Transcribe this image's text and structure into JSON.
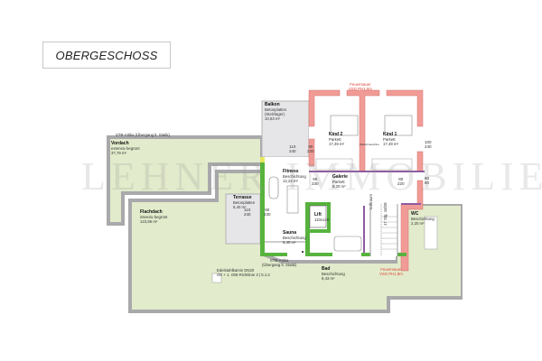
{
  "title": "OBERGESCHOSS",
  "watermark": "LEHNER IMMOBILIEN",
  "colors": {
    "roof_green": "#e2ebcb",
    "wall_grey": "#a9a9ab",
    "fire_wall_red": "#f19b97",
    "green_wall": "#57b33e",
    "purple_wall": "#8e5ba0",
    "red_text": "#e0443c"
  },
  "rooms": [
    {
      "id": "vordach",
      "name": "Vordach",
      "desc": "extensiv begrünt",
      "area": "37,79 m²"
    },
    {
      "id": "flachdach",
      "name": "Flachdach",
      "desc": "intensiv begrünt",
      "area": "123,86 m²"
    },
    {
      "id": "terrasse",
      "name": "Terrasse",
      "desc": "Betonplatten",
      "area": "5,40 m²"
    },
    {
      "id": "balkon",
      "name": "Balkon",
      "desc": "Betonplatten",
      "desc2": "(Stelzlager)",
      "area": "10,53 m²"
    },
    {
      "id": "kind2",
      "name": "Kind 2",
      "desc": "Parkett",
      "area": "17,49 m²"
    },
    {
      "id": "kind1",
      "name": "Kind 1",
      "desc": "Parkett",
      "area": "17,49 m²"
    },
    {
      "id": "fitness",
      "name": "Fitness",
      "desc": "Beschichtung",
      "area": "12,22 m²"
    },
    {
      "id": "galerie",
      "name": "Galerie",
      "desc": "Parkett",
      "area": "8,20 m²"
    },
    {
      "id": "lift",
      "name": "Lift",
      "desc": "110x140"
    },
    {
      "id": "sauna",
      "name": "Sauna",
      "desc": "Beschichtung",
      "area": "5,40 m²"
    },
    {
      "id": "bad",
      "name": "Bad",
      "desc": "Beschichtung",
      "area": "9,43 m²"
    },
    {
      "id": "wc",
      "name": "WC",
      "desc": "Beschichtung",
      "area": "2,20 m²"
    }
  ],
  "annotations": {
    "attika_top": "STB-Attika (Übergang lt. Statik)",
    "attika_bottom_1": "STB-Attika",
    "attika_bottom_2": "(Übergang lt. Statik)",
    "kamin_1": "Edelstahlkamin DN20",
    "kamin_2": "OK + 1. OIB-Richtlinie 3 | 5.1.2",
    "brandschutz_top_1": "Feuermauer",
    "brandschutz_top_2": "VSG PH1,5m",
    "brandschutz_bottom_1": "Feuermauer",
    "brandschutz_bottom_2": "VSG PH1,8m",
    "luftraum_1": "Luftraum",
    "luftraum_2": "Lichtkuppel",
    "stair": "17 Stg. 18/28",
    "waschmaschine": "Waschmaschine"
  },
  "dimensions": {
    "balkon_window": [
      "110",
      "240"
    ],
    "kind2_door": [
      "90",
      "230"
    ],
    "kind1_window": [
      "100",
      "240"
    ],
    "terrasse_window": [
      "110",
      "240"
    ],
    "terrasse_door": [
      "90",
      "230"
    ],
    "fitness_door": [
      "90",
      "230"
    ],
    "galerie_door": [
      "80",
      "220"
    ],
    "wc_window": [
      "80",
      "80"
    ]
  }
}
